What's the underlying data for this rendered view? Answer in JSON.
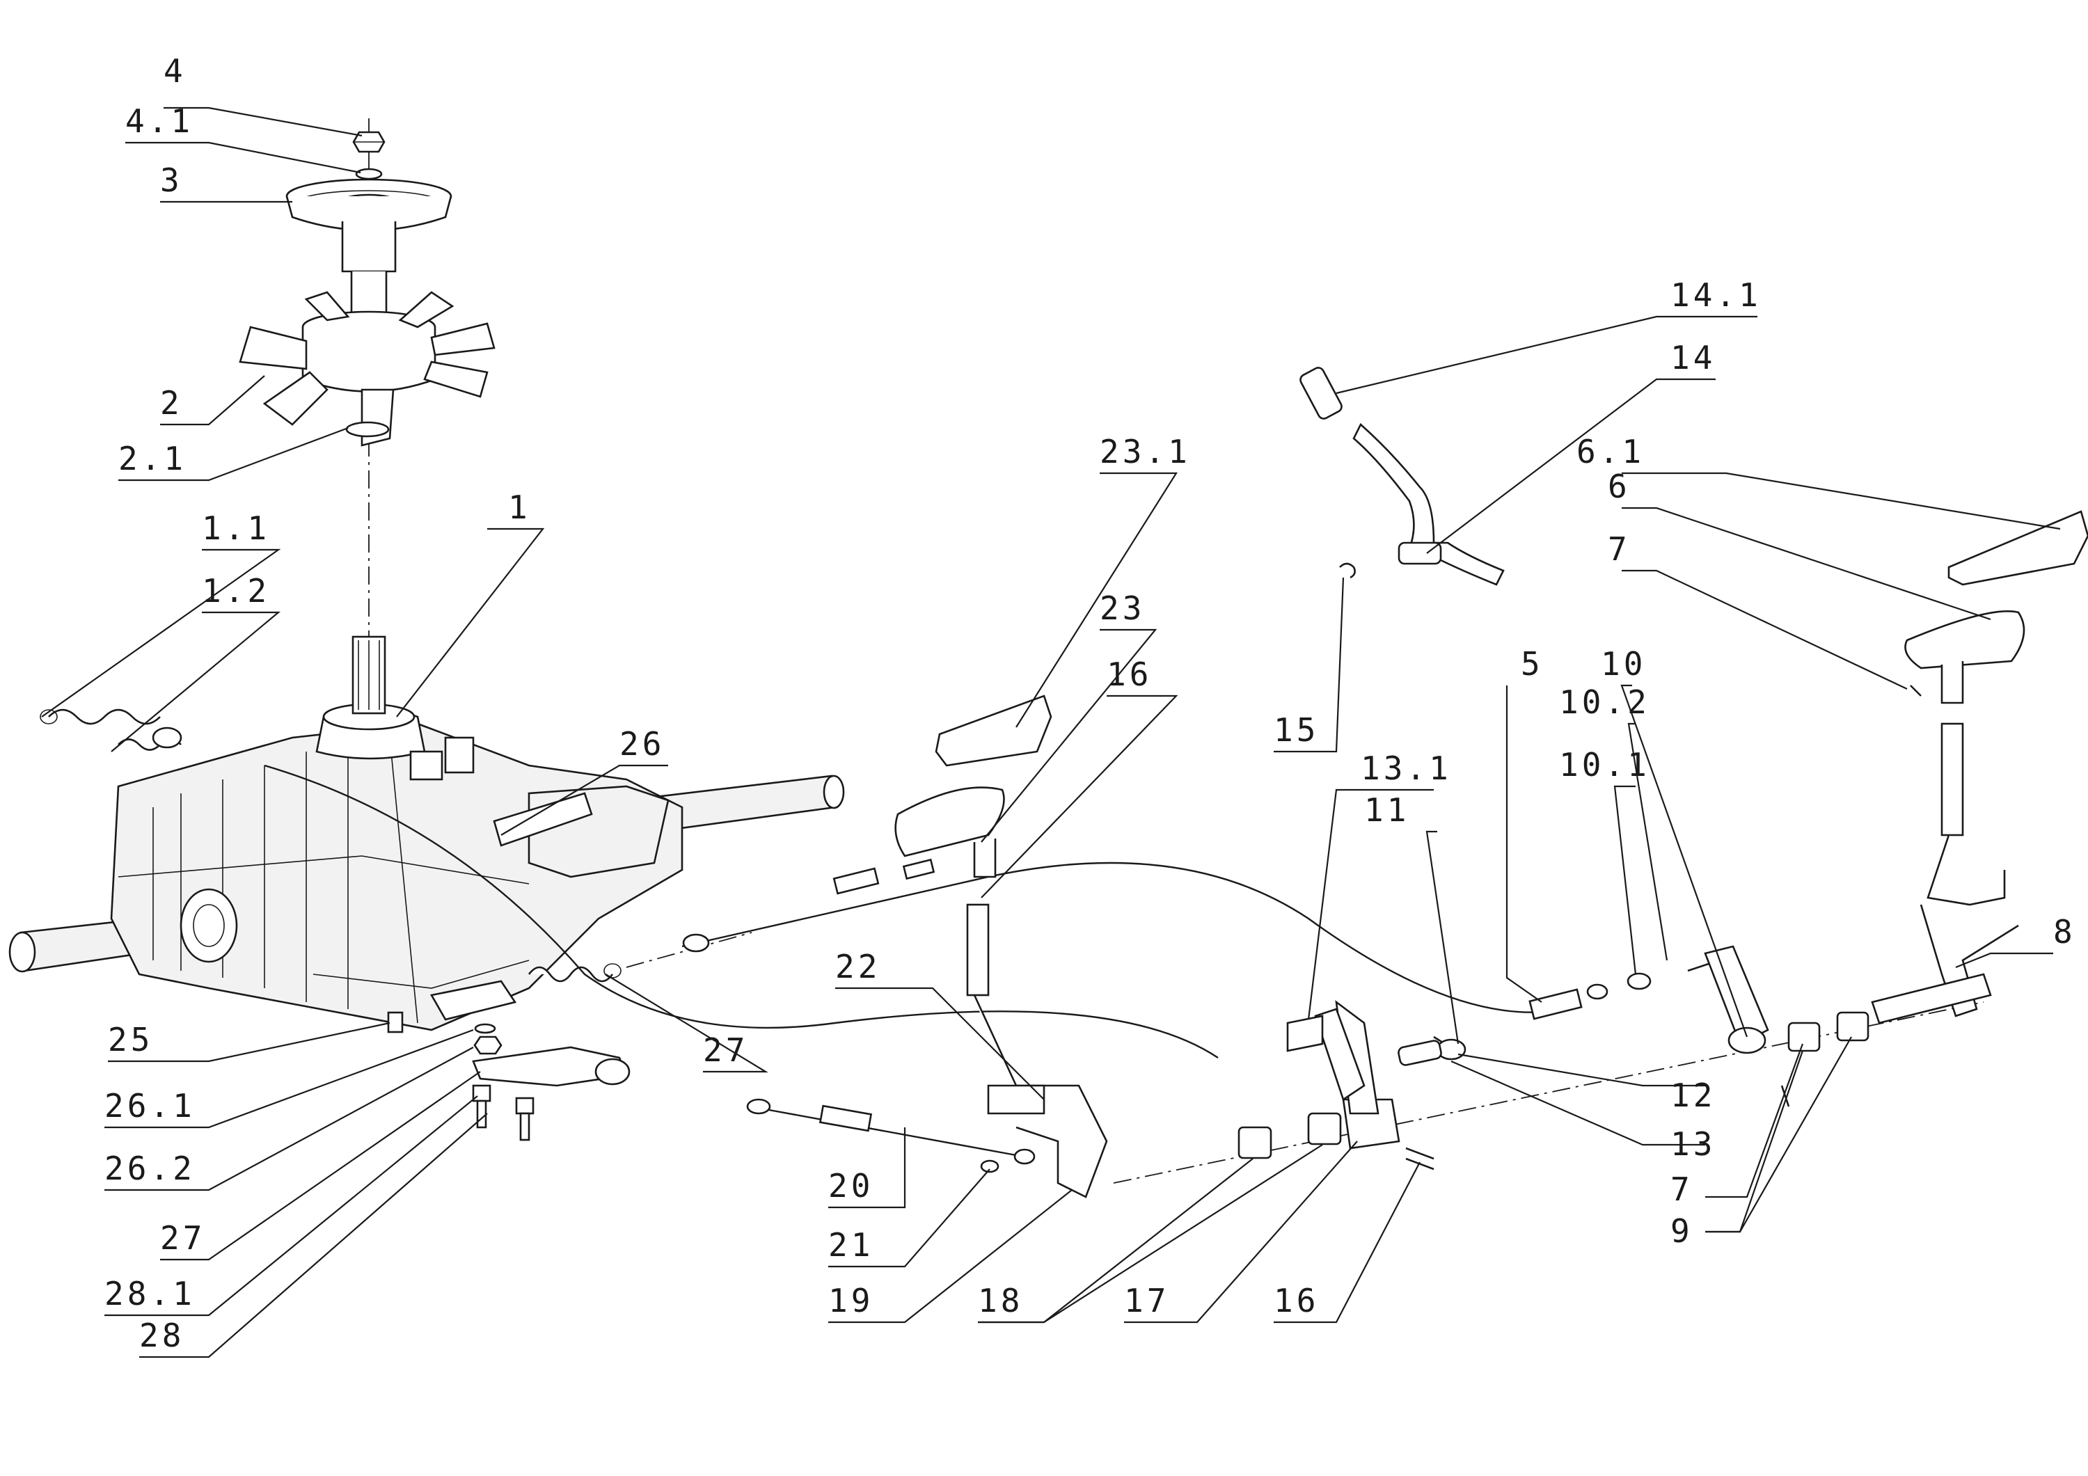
{
  "labels": {
    "l_4": "4",
    "l_4_1": "4.1",
    "l_3": "3",
    "l_2": "2",
    "l_2_1": "2.1",
    "l_1_1": "1.1",
    "l_1_2": "1.2",
    "l_1": "1",
    "l_26": "26",
    "l_25": "25",
    "l_26_1": "26.1",
    "l_26_2": "26.2",
    "l_27a": "27",
    "l_27b": "27",
    "l_28_1": "28.1",
    "l_28": "28",
    "l_23_1": "23.1",
    "l_23": "23",
    "l_16a": "16",
    "l_22": "22",
    "l_20": "20",
    "l_21": "21",
    "l_19": "19",
    "l_18": "18",
    "l_17": "17",
    "l_16b": "16",
    "l_14_1": "14.1",
    "l_14": "14",
    "l_15": "15",
    "l_13_1": "13.1",
    "l_11": "11",
    "l_5": "5",
    "l_10": "10",
    "l_10_2": "10.2",
    "l_10_1": "10.1",
    "l_6_1": "6.1",
    "l_6": "6",
    "l_7a": "7",
    "l_8": "8",
    "l_12": "12",
    "l_13": "13",
    "l_7b": "7",
    "l_9": "9"
  }
}
